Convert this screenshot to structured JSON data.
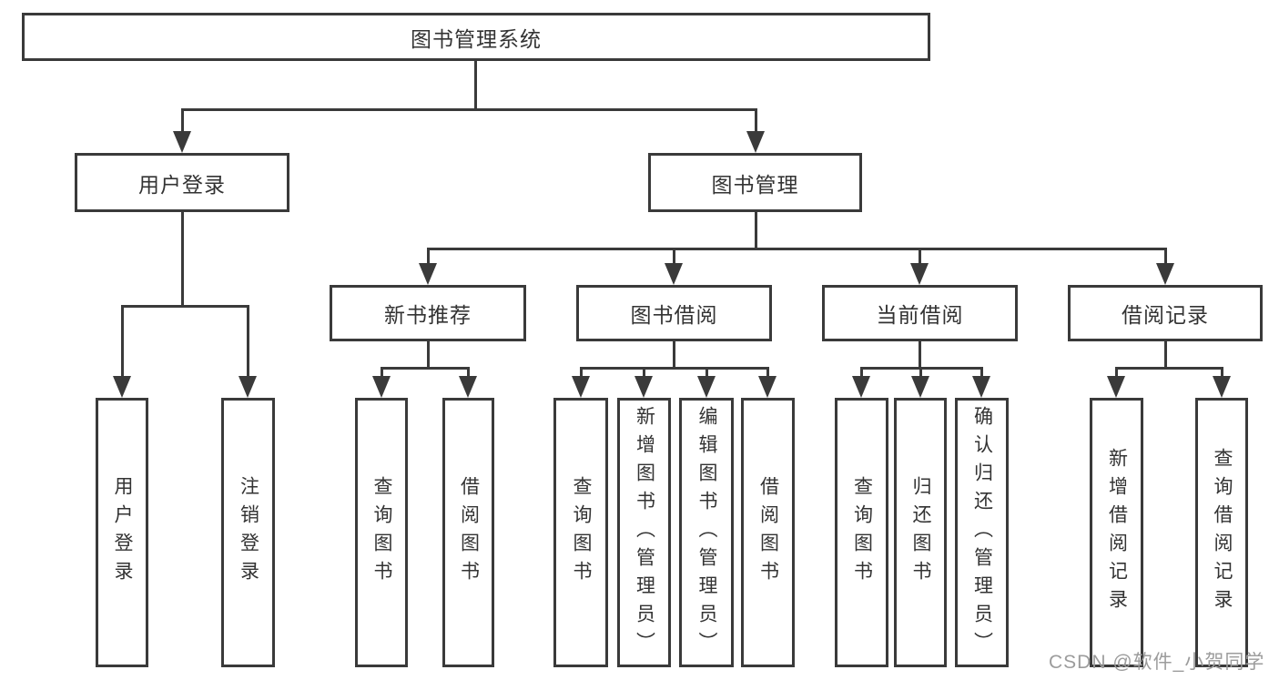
{
  "diagram": {
    "root": {
      "label": "图书管理系统"
    },
    "level2": [
      {
        "label": "用户登录"
      },
      {
        "label": "图书管理"
      }
    ],
    "level3": [
      {
        "label": "新书推荐"
      },
      {
        "label": "图书借阅"
      },
      {
        "label": "当前借阅"
      },
      {
        "label": "借阅记录"
      }
    ],
    "leaves": {
      "user_login": [
        "用户登录",
        "注销登录"
      ],
      "new_book_recommend": [
        "查询图书",
        "借阅图书"
      ],
      "book_borrow": [
        "查询图书",
        "新增图书（管理员）",
        "编辑图书（管理员）",
        "借阅图书"
      ],
      "current_borrow": [
        "查询图书",
        "归还图书",
        "确认归还（管理员）"
      ],
      "borrow_records": [
        "新增借阅记录",
        "查询借阅记录"
      ]
    }
  },
  "watermark": {
    "text": "CSDN @软件_小贺同学"
  },
  "colors": {
    "line": "#3a3a3a",
    "text": "#333333",
    "background": "#ffffff",
    "watermark": "#9c9c9c"
  }
}
